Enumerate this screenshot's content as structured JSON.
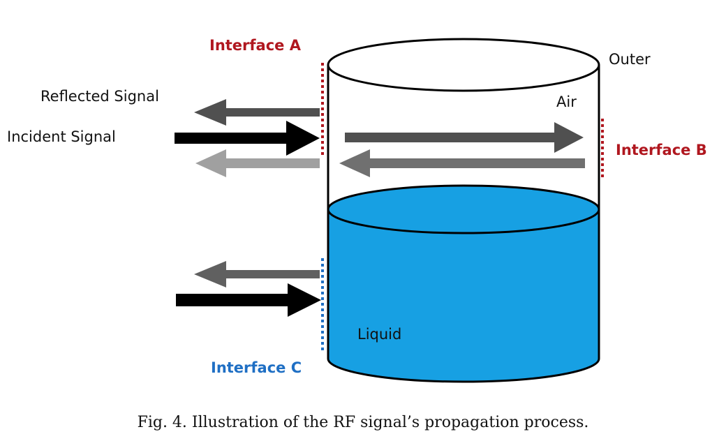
{
  "labels": {
    "reflected_signal": "Reflected Signal",
    "incident_signal": "Incident Signal",
    "outer": "Outer",
    "air": "Air",
    "liquid": "Liquid"
  },
  "interfaces": {
    "a": "Interface A",
    "b": "Interface B",
    "c": "Interface C"
  },
  "caption": "Fig. 4.  Illustration of the RF signal’s propagation process.",
  "colors": {
    "interface_red": "#b0171f",
    "interface_blue": "#1f6fc4",
    "liquid_blue": "#17a0e3",
    "arrow_black": "#000000",
    "arrow_dark_gray": "#505050",
    "arrow_mid_gray": "#707070",
    "arrow_light_gray": "#a0a0a0"
  }
}
